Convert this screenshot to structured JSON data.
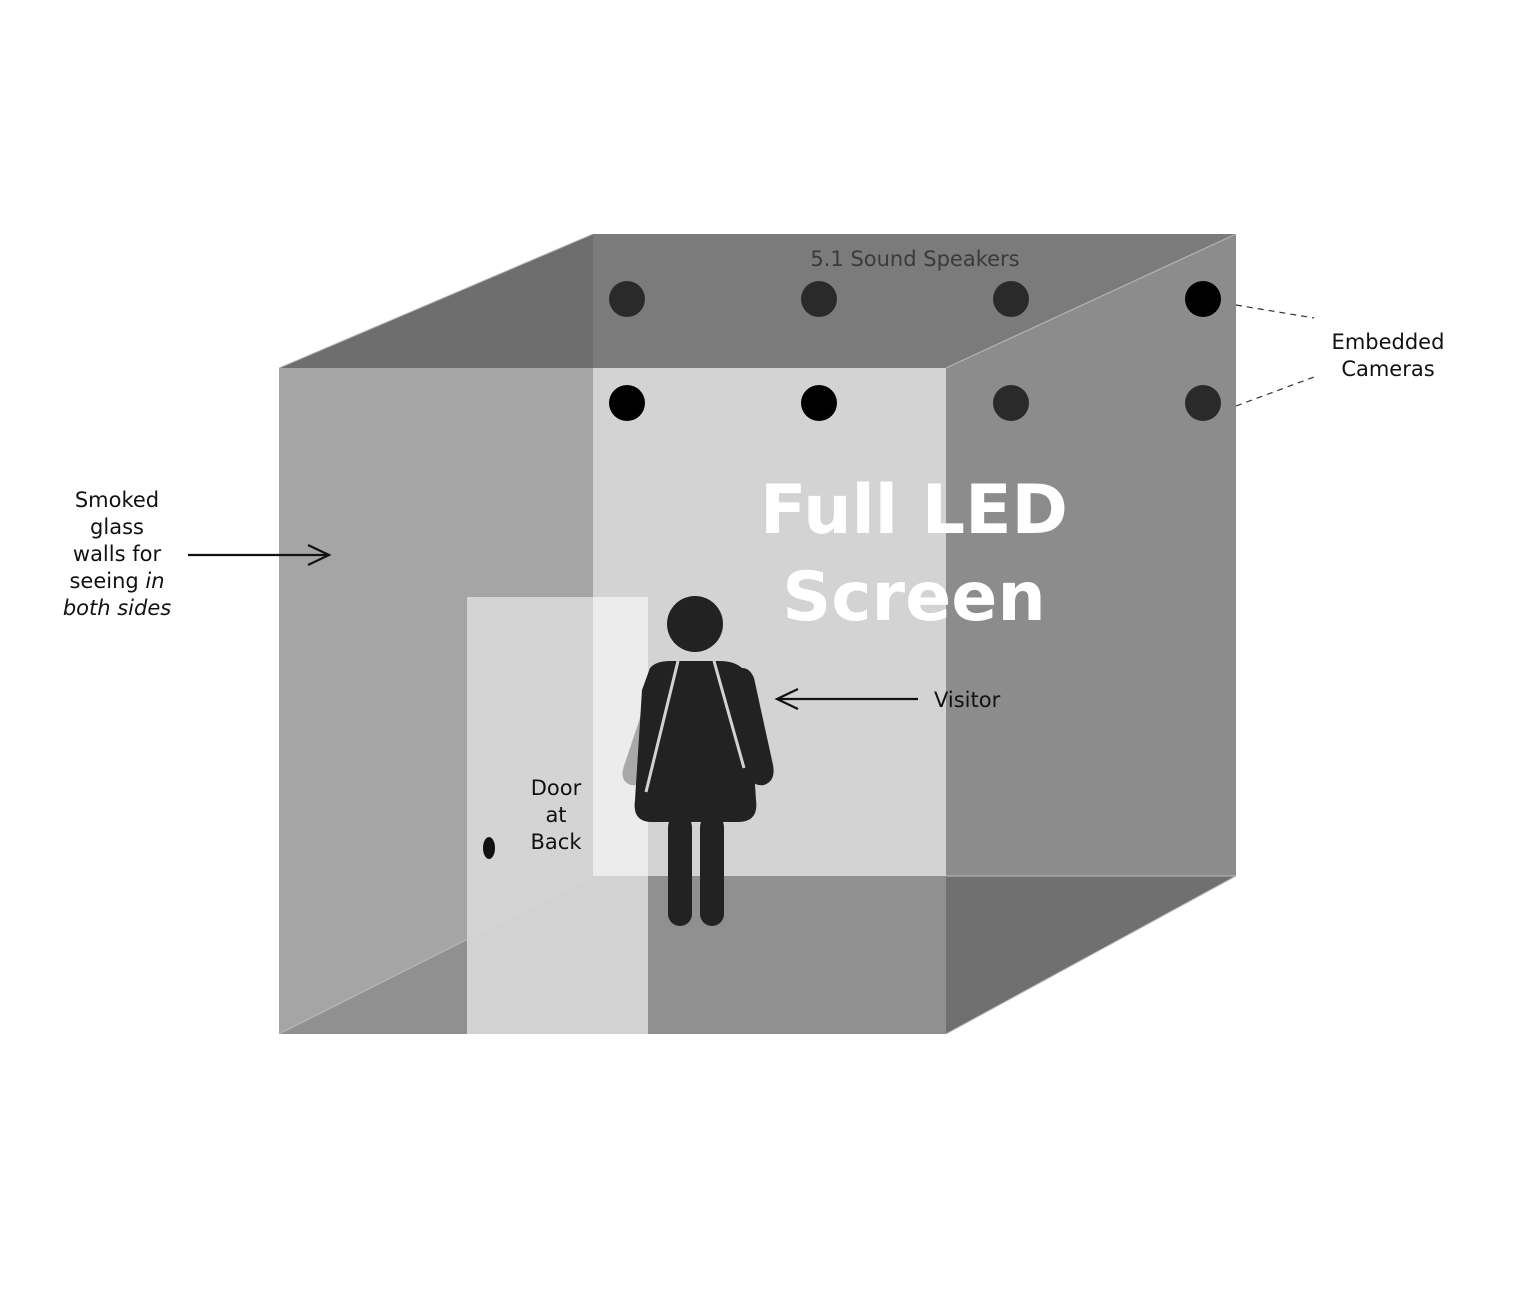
{
  "labels": {
    "speakers": "5.1 Sound Speakers",
    "cameras_line1": "Embedded",
    "cameras_line2": "Cameras",
    "walls_line1": "Smoked",
    "walls_line2": "glass",
    "walls_line3": "walls for",
    "walls_line4a": "seeing ",
    "walls_line4b": "in",
    "walls_line5": "both sides",
    "screen_line1": "Full LED",
    "screen_line2": "Screen",
    "visitor": "Visitor",
    "door_line1": "Door",
    "door_line2": "at",
    "door_line3": "Back"
  },
  "colors": {
    "ceiling_back": "#7b7b7b",
    "ceiling_left": "#6e6e6e",
    "back_wall_screen": "#d3d3d3",
    "left_wall": "#a5a5a5",
    "right_wall": "#8c8c8c",
    "floor": "#909090",
    "floor_right": "#707070",
    "door": "#d8d8d8",
    "figure": "#222222",
    "speaker_dim": "#2a2a2a",
    "camera": "#000000"
  },
  "speaker_rows": [
    {
      "row": "upper",
      "kinds": [
        "speaker",
        "speaker",
        "speaker",
        "camera"
      ]
    },
    {
      "row": "lower",
      "kinds": [
        "camera",
        "camera",
        "speaker",
        "speaker"
      ]
    }
  ]
}
